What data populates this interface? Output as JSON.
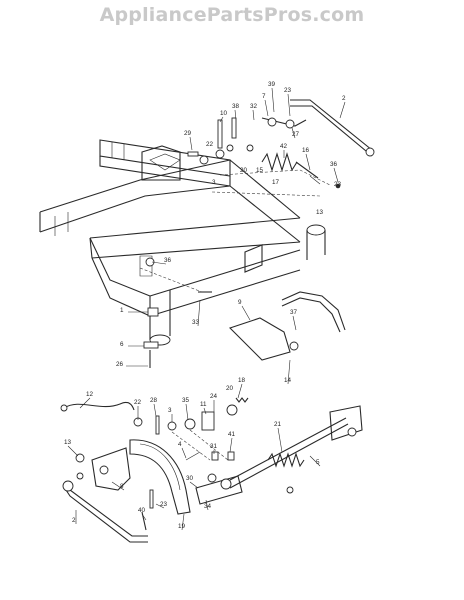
{
  "watermark": "AppliancePartsPros.com",
  "callouts": [
    "39",
    "2",
    "7",
    "23",
    "38",
    "32",
    "10",
    "29",
    "27",
    "42",
    "22",
    "16",
    "36",
    "20",
    "15",
    "17",
    "3",
    "23",
    "13",
    "36",
    "9",
    "37",
    "1",
    "33",
    "14",
    "6",
    "26",
    "12",
    "18",
    "20",
    "24",
    "22",
    "28",
    "35",
    "3",
    "11",
    "21",
    "13",
    "4",
    "31",
    "41",
    "5",
    "8",
    "30",
    "40",
    "23",
    "34",
    "2",
    "19"
  ]
}
